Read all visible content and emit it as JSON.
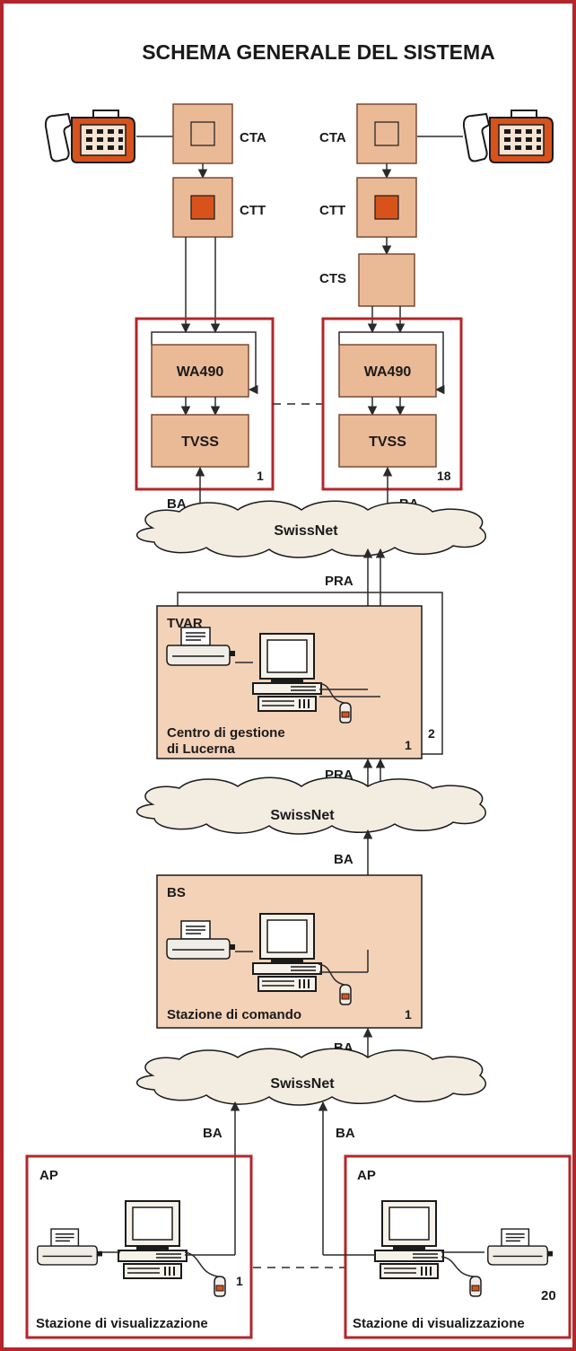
{
  "title": "SCHEMA GENERALE DEL SISTEMA",
  "colors": {
    "frame": "#b3262a",
    "box_fill": "#eab996",
    "box_stroke": "#7a4a32",
    "panel_fill": "#f4d2b8",
    "cloud_fill": "#f3ece1",
    "accent": "#d8521c",
    "line": "#2a2a2a"
  },
  "top": {
    "left": {
      "cta": "CTA",
      "ctt": "CTT",
      "icon": "telephone-icon"
    },
    "right": {
      "cta": "CTA",
      "ctt": "CTT",
      "cts": "CTS",
      "icon": "telephone-icon"
    }
  },
  "units": [
    {
      "wa": "WA490",
      "tvss": "TVSS",
      "number": "1",
      "link": "BA"
    },
    {
      "wa": "WA490",
      "tvss": "TVSS",
      "number": "18",
      "link": "BA"
    }
  ],
  "clouds": [
    "SwissNet",
    "SwissNet",
    "SwissNet"
  ],
  "management": {
    "code": "TVAR",
    "name_line1": "Centro di gestione",
    "name_line2": "di Lucerna",
    "num1": "1",
    "num2": "2",
    "link_top": "PRA",
    "link_bottom": "PRA",
    "icons": [
      "printer-icon",
      "computer-icon",
      "mouse-icon"
    ]
  },
  "command": {
    "code": "BS",
    "name": "Stazione di comando",
    "number": "1",
    "link_top": "BA",
    "link_bottom": "BA",
    "icons": [
      "printer-icon",
      "computer-icon",
      "mouse-icon"
    ]
  },
  "viewers": [
    {
      "code": "AP",
      "name": "Stazione di visualizzazione",
      "number": "1",
      "link": "BA"
    },
    {
      "code": "AP",
      "name": "Stazione di visualizzazione",
      "number": "20",
      "link": "BA"
    }
  ]
}
